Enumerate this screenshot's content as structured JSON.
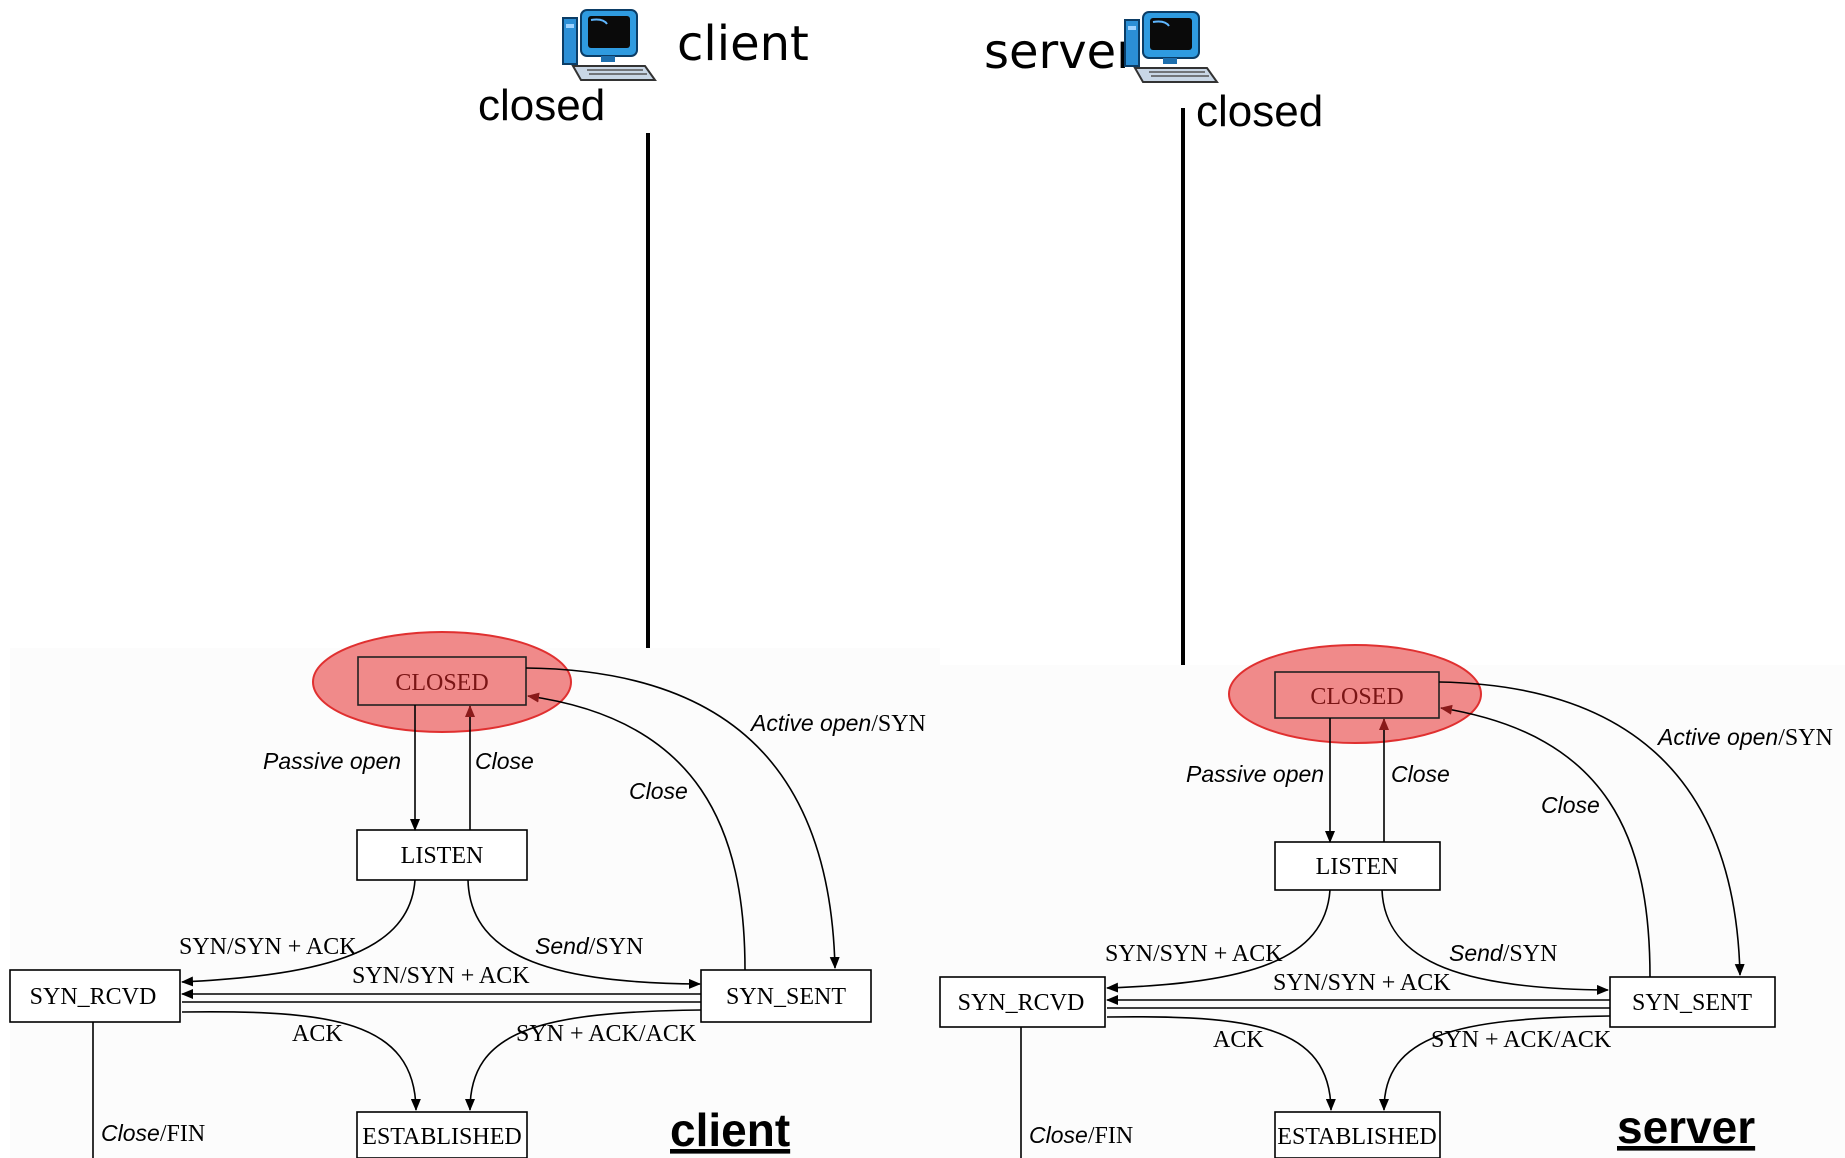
{
  "top": {
    "client": {
      "name": "client",
      "state": "closed"
    },
    "server": {
      "name": "server",
      "state": "closed"
    }
  },
  "diagram": {
    "states": {
      "closed": "CLOSED",
      "listen": "LISTEN",
      "syn_rcvd": "SYN_RCVD",
      "syn_sent": "SYN_SENT",
      "established": "ESTABLISHED"
    },
    "edges": {
      "passive_open": "Passive open",
      "close": "Close",
      "close2": "Close",
      "active_open_italic": "Active open",
      "active_open_tail": "/SYN",
      "syn_synack": "SYN/SYN + ACK",
      "syn_synack2": "SYN/SYN + ACK",
      "send_italic": "Send",
      "send_tail": "/SYN",
      "ack": "ACK",
      "synack_ack": "SYN + ACK/ACK",
      "close_fin_italic": "Close",
      "close_fin_tail": "/FIN"
    }
  },
  "captions": {
    "client": "client",
    "server": "server"
  },
  "colors": {
    "highlight_fill": "#f08a8a",
    "highlight_stroke": "#e03030",
    "panel_bg": "#fcfcfc"
  },
  "icons": {
    "computer": "computer-icon"
  }
}
